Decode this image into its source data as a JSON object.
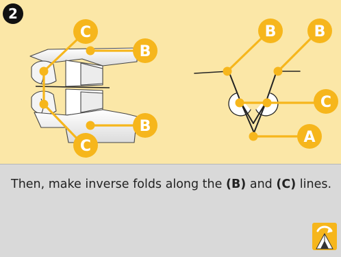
{
  "step": {
    "number": "2",
    "instruction": {
      "prefix": "Then, make inverse folds along the ",
      "ref_b": "(B)",
      "middle": " and ",
      "ref_c": "(C)",
      "suffix": " lines."
    }
  },
  "callouts": {
    "left_top_c": "C",
    "left_top_b": "B",
    "left_bottom_b": "B",
    "left_bottom_c": "C",
    "right_b_left": "B",
    "right_b_right": "B",
    "right_c": "C",
    "right_a": "A"
  },
  "colors": {
    "panel_top": "#fbe7a7",
    "panel_bottom": "#d9d9d9",
    "callout": "#f6b61c",
    "callout_text": "#ffffff",
    "step_badge": "#111111"
  },
  "icons": {
    "step_badge": "number-2-badge-icon",
    "corner": "unfold-arrow-icon"
  }
}
